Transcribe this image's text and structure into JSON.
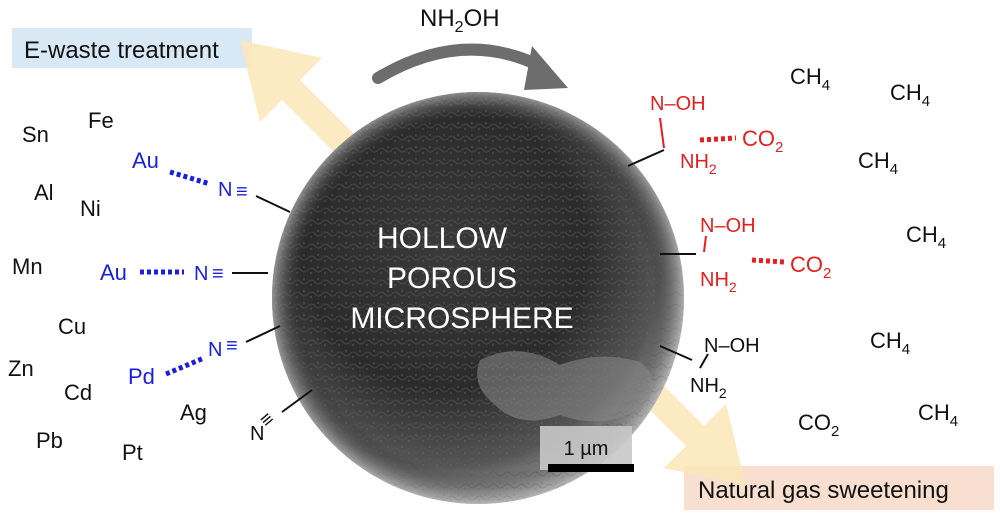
{
  "top_reagent": {
    "main": "NH",
    "sub": "2",
    "tail": "OH"
  },
  "labels": {
    "ewaste": "E-waste treatment",
    "sweetening": "Natural gas sweetening",
    "sphere": [
      "HOLLOW",
      "POROUS",
      "MICROSPHERE"
    ],
    "scale_bar": "1 µm"
  },
  "metals": [
    "Sn",
    "Fe",
    "Al",
    "Ni",
    "Mn",
    "Cu",
    "Zn",
    "Cd",
    "Pb",
    "Ag",
    "Pt"
  ],
  "bound_metals": [
    "Au",
    "Au",
    "Pd"
  ],
  "nitrile": {
    "n": "N",
    "triple": "≡"
  },
  "amidoxime": {
    "hydroxyl": "N–OH",
    "amine_main": "NH",
    "amine_sub": "2"
  },
  "gas": {
    "ch4_main": "CH",
    "ch4_sub": "4",
    "co2_main": "CO",
    "co2_sub": "2"
  },
  "colors": {
    "blue": "#1a1ee0",
    "red": "#e51f1f",
    "arrow_gray": "#6d6d6d",
    "wide_arrow": "#fbe6b8",
    "ewaste_box": "#d9e8f5",
    "sweet_box": "#f9dfcf"
  }
}
